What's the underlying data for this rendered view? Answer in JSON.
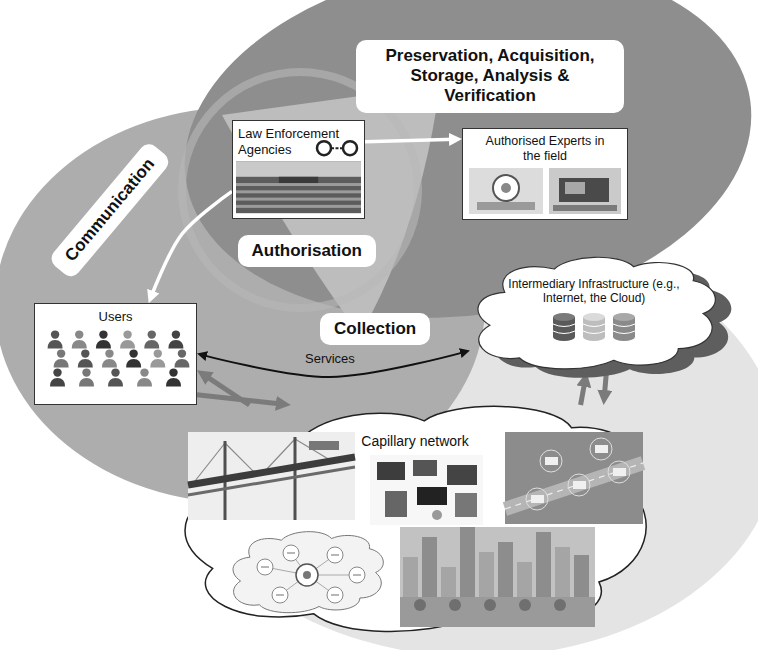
{
  "diagram": {
    "nodes": [
      {
        "text": [
          "Preservation, Acquisition, Storage, Analysis & Verification"
        ]
      },
      {
        "text": [
          "Law Enforcement Agencies"
        ]
      },
      {
        "text": [
          "Authorised Experts in the field"
        ]
      },
      {
        "text": [
          "Communication"
        ]
      },
      {
        "text": [
          "Authorisation"
        ]
      },
      {
        "text": [
          "Intermediary Infrastructure (e.g., Internet, the Cloud)"
        ]
      },
      {
        "text": [
          "Users"
        ]
      },
      {
        "text": [
          "Collection"
        ]
      },
      {
        "text": [
          "Capillary network"
        ]
      }
    ],
    "edges": [
      {
        "from": 1,
        "to": 2,
        "arrow": "to"
      },
      {
        "from": 1,
        "to": 6,
        "arrow": "to"
      },
      {
        "from": 6,
        "to": 5,
        "label": "Services",
        "arrow": "both"
      },
      {
        "from": 8,
        "to": 6,
        "arrow": "to"
      },
      {
        "from": 6,
        "to": 8,
        "arrow": "to"
      },
      {
        "from": 8,
        "to": 5,
        "arrow": "to"
      },
      {
        "from": 5,
        "to": 8,
        "arrow": "to"
      }
    ]
  }
}
